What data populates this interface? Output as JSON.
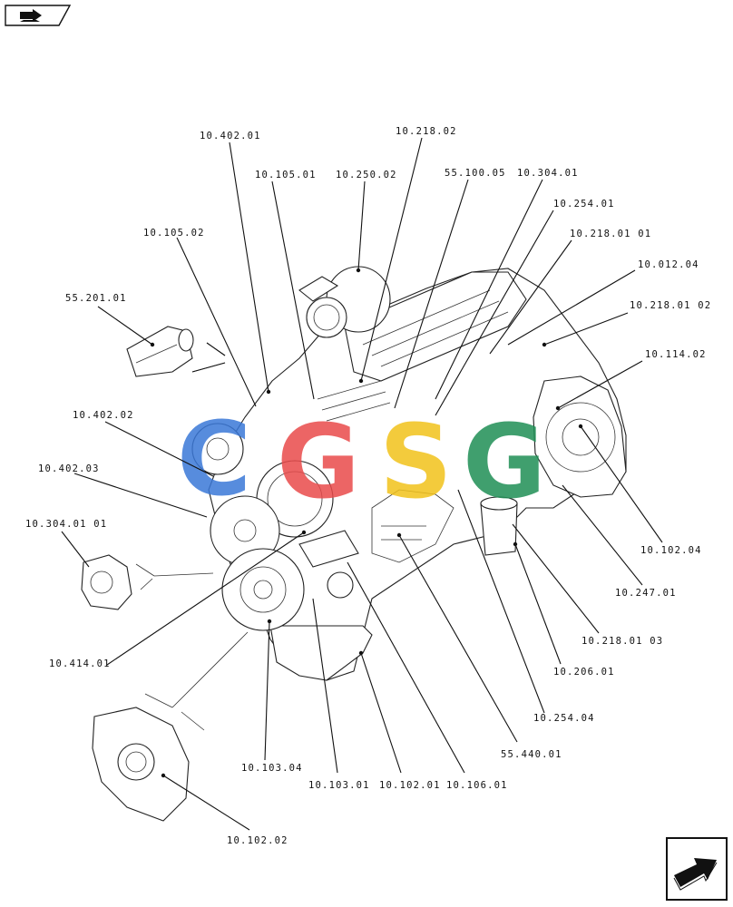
{
  "icons": {
    "top_left": "forward-arrow-book-icon",
    "bottom_right": "next-page-arrow-icon"
  },
  "watermark": {
    "letters": [
      "C",
      "G",
      "S",
      "G"
    ],
    "colors": [
      "#3a78d8",
      "#e94b4b",
      "#f2c21b",
      "#1f8f55"
    ]
  },
  "callouts": [
    {
      "id": "c-10-402-01",
      "label": "10.402.01"
    },
    {
      "id": "c-10-218-02",
      "label": "10.218.02"
    },
    {
      "id": "c-10-105-01",
      "label": "10.105.01"
    },
    {
      "id": "c-10-250-02",
      "label": "10.250.02"
    },
    {
      "id": "c-55-100-05",
      "label": "55.100.05"
    },
    {
      "id": "c-10-304-01",
      "label": "10.304.01"
    },
    {
      "id": "c-10-254-01",
      "label": "10.254.01"
    },
    {
      "id": "c-10-105-02",
      "label": "10.105.02"
    },
    {
      "id": "c-10-218-01-01",
      "label": "10.218.01 01"
    },
    {
      "id": "c-10-012-04",
      "label": "10.012.04"
    },
    {
      "id": "c-55-201-01",
      "label": "55.201.01"
    },
    {
      "id": "c-10-218-01-02",
      "label": "10.218.01 02"
    },
    {
      "id": "c-10-114-02",
      "label": "10.114.02"
    },
    {
      "id": "c-10-402-02",
      "label": "10.402.02"
    },
    {
      "id": "c-10-402-03",
      "label": "10.402.03"
    },
    {
      "id": "c-10-304-01-01",
      "label": "10.304.01 01"
    },
    {
      "id": "c-10-102-04",
      "label": "10.102.04"
    },
    {
      "id": "c-10-247-01",
      "label": "10.247.01"
    },
    {
      "id": "c-10-218-01-03",
      "label": "10.218.01 03"
    },
    {
      "id": "c-10-414-01",
      "label": "10.414.01"
    },
    {
      "id": "c-10-206-01",
      "label": "10.206.01"
    },
    {
      "id": "c-10-254-04",
      "label": "10.254.04"
    },
    {
      "id": "c-55-440-01",
      "label": "55.440.01"
    },
    {
      "id": "c-10-103-04",
      "label": "10.103.04"
    },
    {
      "id": "c-10-103-01",
      "label": "10.103.01"
    },
    {
      "id": "c-10-102-01",
      "label": "10.102.01"
    },
    {
      "id": "c-10-106-01",
      "label": "10.106.01"
    },
    {
      "id": "c-10-102-02",
      "label": "10.102.02"
    }
  ]
}
